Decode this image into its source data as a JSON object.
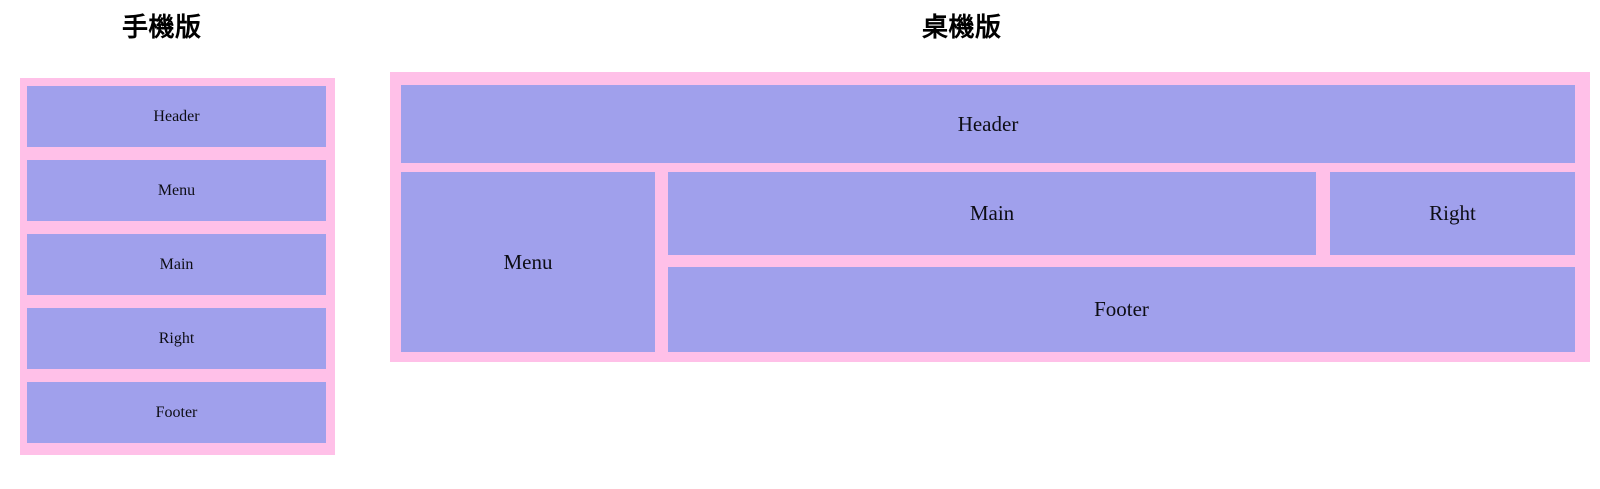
{
  "page": {
    "background_color": "#ffffff",
    "frame_color": "#ffc0e8",
    "block_color": "#a0a0ec",
    "text_color": "#0d0d14"
  },
  "mobile": {
    "title": "手機版",
    "blocks": [
      {
        "label": "Header"
      },
      {
        "label": "Menu"
      },
      {
        "label": "Main"
      },
      {
        "label": "Right"
      },
      {
        "label": "Footer"
      }
    ]
  },
  "desktop": {
    "title": "桌機版",
    "blocks": {
      "header": {
        "label": "Header"
      },
      "menu": {
        "label": "Menu"
      },
      "main": {
        "label": "Main"
      },
      "right": {
        "label": "Right"
      },
      "footer": {
        "label": "Footer"
      }
    }
  }
}
